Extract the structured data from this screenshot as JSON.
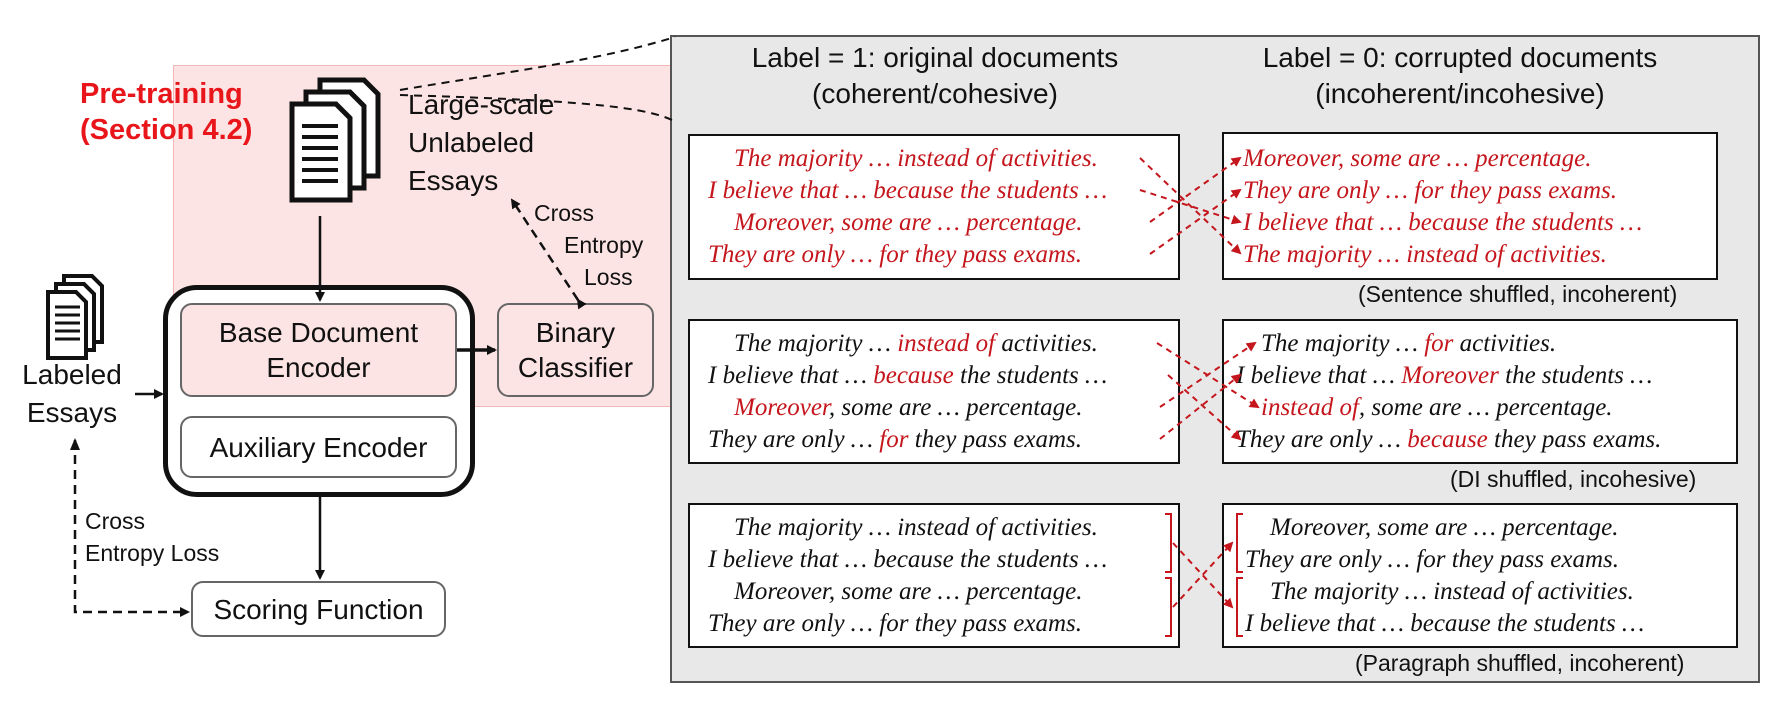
{
  "pretraining": {
    "title_line1": "Pre-training",
    "title_line2": "(Section 4.2)"
  },
  "unlabeled": {
    "line1": "Large-scale",
    "line2": "Unlabeled",
    "line3": "Essays"
  },
  "labeled": {
    "line1": "Labeled",
    "line2": "Essays"
  },
  "cross_entropy_top": {
    "line1": "Cross",
    "line2": "Entropy",
    "line3": "Loss"
  },
  "cross_entropy_bottom": {
    "line1": "Cross",
    "line2": "Entropy Loss"
  },
  "boxes": {
    "base_encoder_line1": "Base Document",
    "base_encoder_line2": "Encoder",
    "auxiliary_encoder": "Auxiliary Encoder",
    "binary_line1": "Binary",
    "binary_line2": "Classifier",
    "scoring": "Scoring Function"
  },
  "headers": {
    "left_line1": "Label = 1: original documents",
    "left_line2": "(coherent/cohesive)",
    "right_line1": "Label = 0: corrupted documents",
    "right_line2": "(incoherent/incohesive)"
  },
  "examples": {
    "sentence": {
      "left": [
        "The majority … instead of activities.",
        "I believe that … because the students …",
        "Moreover, some are … percentage.",
        "They are only … for they pass exams."
      ],
      "right": [
        "Moreover, some are … percentage.",
        "They are only … for they pass exams.",
        "I believe that … because the students …",
        "The majority … instead of activities."
      ],
      "caption": "(Sentence shuffled, incoherent)"
    },
    "di": {
      "left": [
        {
          "a": "The majority … ",
          "b": "instead of",
          "c": " activities."
        },
        {
          "a": "I believe that … ",
          "b": "because",
          "c": " the students …"
        },
        {
          "a": "",
          "b": "Moreover",
          "c": ", some are … percentage."
        },
        {
          "a": "They are only … ",
          "b": "for",
          "c": " they pass exams."
        }
      ],
      "right": [
        {
          "a": "The majority … ",
          "b": "for",
          "c": " activities."
        },
        {
          "a": "I believe that … ",
          "b": "Moreover",
          "c": " the students …"
        },
        {
          "a": "",
          "b": "instead of",
          "c": ", some are … percentage."
        },
        {
          "a": "They are only … ",
          "b": "because",
          "c": " they pass exams."
        }
      ],
      "caption": "(DI shuffled, incohesive)"
    },
    "paragraph": {
      "left": [
        "The majority … instead of activities.",
        "I believe that … because the students …",
        "Moreover, some are … percentage.",
        "They are only … for they pass exams."
      ],
      "right": [
        "Moreover, some are … percentage.",
        "They are only … for they pass exams.",
        "The majority … instead of activities.",
        "I believe that … because the students …"
      ],
      "caption": "(Paragraph shuffled, incoherent)"
    }
  },
  "colors": {
    "accent_red": "#e8161b",
    "text_red": "#c4161c",
    "pretrain_bg": "#fde4e4",
    "panel_bg": "#e8e8e8"
  },
  "icons": {
    "unlabeled": "document-stack-icon",
    "labeled": "document-stack-icon"
  }
}
